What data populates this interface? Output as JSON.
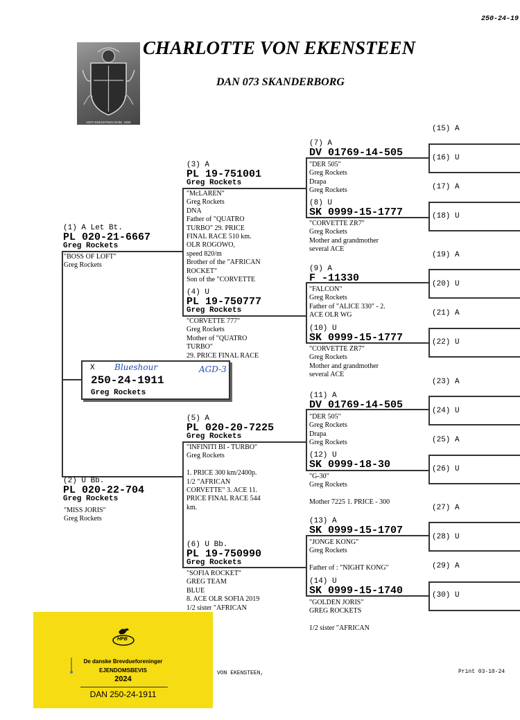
{
  "page": {
    "corner_number": "250-24-19",
    "title": "CHARLOTTE VON EKENSTEEN",
    "subtitle": "DAN 073  SKANDERBORG",
    "crest_caption": "NOTI EKENSTEEN  NOBI. 1806",
    "footer_left": "VON EKENSTEEN,",
    "footer_right": "Print 03-10-24"
  },
  "subject": {
    "marker": "X",
    "color_note": "Blueshour",
    "note2": "AGD-3",
    "ring": "250-24-1911",
    "owner": "Greg Rockets"
  },
  "gen1": [
    {
      "header": "(1) A Let Bt.",
      "ring": "PL 020-21-6667",
      "owner": "Greg Rockets",
      "desc": "\"BOSS OF LOFT\"\nGreg Rockets"
    },
    {
      "header": "(2) U Bb.",
      "ring": "PL 020-22-704",
      "owner": "Greg Rockets",
      "desc": "\"MISS JORIS\"\nGreg Rockets"
    }
  ],
  "gen2": [
    {
      "header": "(3) A",
      "ring": "PL 19-751001",
      "owner": "Greg Rockets",
      "desc": "\"McLAREN\"\nGreg Rockets\nDNA\nFather of \"QUATRO\nTURBO\" 29. PRICE\nFINAL RACE 510 km.\nOLR ROGOWO,\nspeed 820/m\nBrother of the \"AFRICAN\nROCKET\"\nSon of the \"CORVETTE"
    },
    {
      "header": "(4) U",
      "ring": "PL 19-750777",
      "owner": "Greg Rockets",
      "desc": "\"CORVETTE 777\"\nGreg Rockets\nMother of \"QUATRO\nTURBO\"\n29. PRICE FINAL RACE"
    },
    {
      "header": "(5) A",
      "ring": "PL 020-20-7225",
      "owner": "Greg Rockets",
      "desc": "\"INFINITI BI - TURBO\"\nGreg Rockets\n\n1. PRICE 300 km/2400p.\n1/2 \"AFRICAN\nCORVETTE\" 3. ACE 11.\nPRICE FINAL RACE 544\nkm."
    },
    {
      "header": "(6) U Bb.",
      "ring": "PL 19-750990",
      "owner": "Greg Rockets",
      "desc": "\"SOFIA ROCKET\"\nGREG TEAM\nBLUE\n8. ACE OLR SOFIA 2019\n1/2 sister \"AFRICAN"
    }
  ],
  "gen3": [
    {
      "header": "(7) A",
      "ring": "DV 01769-14-505",
      "desc": "\"DER 505\"\nGreg Rockets\nDrapa\nGreg Rockets"
    },
    {
      "header": "(8) U",
      "ring": "SK 0999-15-1777",
      "desc": "\"CORVETTE ZR7\"\nGreg Rockets\nMother and grandmother\nseveral ACE"
    },
    {
      "header": "(9) A",
      "ring": "F -11330",
      "desc": "\"FALCON\"\nGreg Rockets\nFather of \"ALICE 330\" - 2.\nACE OLR WG"
    },
    {
      "header": "(10) U",
      "ring": "SK 0999-15-1777",
      "desc": "\"CORVETTE ZR7\"\nGreg Rockets\nMother and grandmother\nseveral ACE"
    },
    {
      "header": "(11) A",
      "ring": "DV 01769-14-505",
      "desc": "\"DER 505\"\nGreg Rockets\nDrapa\nGreg Rockets"
    },
    {
      "header": "(12) U",
      "ring": "SK 0999-18-30",
      "desc": "\"G-30\"\nGreg Rockets\n\nMother 7225 1. PRICE - 300"
    },
    {
      "header": "(13) A",
      "ring": "SK 0999-15-1707",
      "desc": "\"JONGE KONG\"\nGreg Rockets\n\nFather of : \"NIGHT KONG\""
    },
    {
      "header": "(14) U",
      "ring": "SK 0999-15-1740",
      "desc": "\"GOLDEN JORIS\"\nGREG ROCKETS\n\n1/2 sister \"AFRICAN"
    }
  ],
  "gen4": [
    "(15) A",
    "(16) U",
    "(17) A",
    "(18) U",
    "(19) A",
    "(20) U",
    "(21) A",
    "(22) U",
    "(23) A",
    "(24) U",
    "(25) A",
    "(26) U",
    "(27) A",
    "(28) U",
    "(29) A",
    "(30) U"
  ],
  "card": {
    "logo_text": "HPB",
    "org": "De danske Brevdueforeninger",
    "title": "EJENDOMSBEVIS",
    "year": "2024",
    "dan": "DAN 250-24-1911"
  }
}
